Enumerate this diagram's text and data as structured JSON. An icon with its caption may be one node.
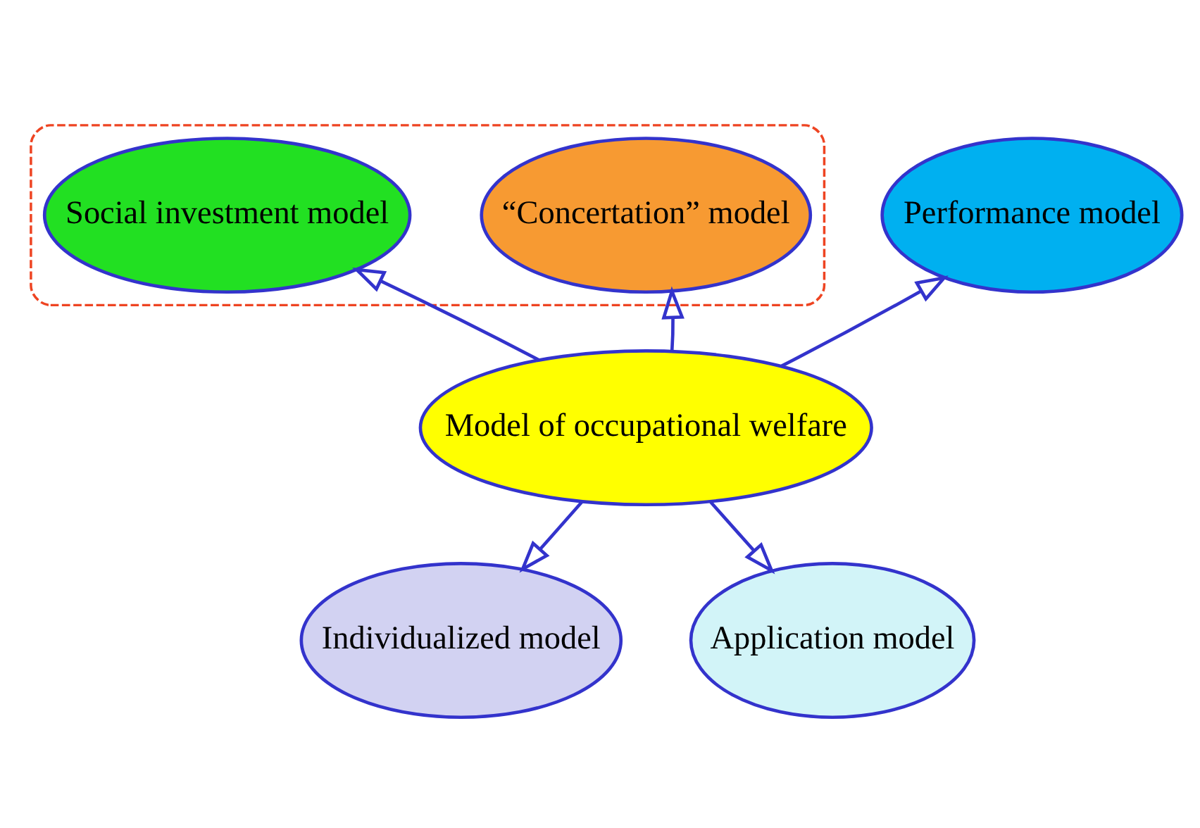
{
  "diagram": {
    "nodes": [
      {
        "text": [],
        "shape": "ellipse"
      },
      {
        "text": [
          "“Concertation” model"
        ],
        "in": 0
      },
      {
        "text": [
          "Social investment model"
        ],
        "in": 0
      },
      {
        "text": [
          "Performance model"
        ]
      },
      {
        "text": [
          "Model of occupational welfare"
        ]
      },
      {
        "text": [
          "Individualized model"
        ]
      },
      {
        "text": [
          "Application model"
        ]
      }
    ],
    "edges": [
      {
        "from": 4,
        "to": 1,
        "arrow": "to"
      },
      {
        "from": 4,
        "to": 2,
        "arrow": "to"
      },
      {
        "from": 4,
        "to": 3,
        "arrow": "to"
      },
      {
        "from": 4,
        "to": 5,
        "arrow": "to"
      },
      {
        "from": 4,
        "to": 6,
        "arrow": "to"
      }
    ]
  }
}
